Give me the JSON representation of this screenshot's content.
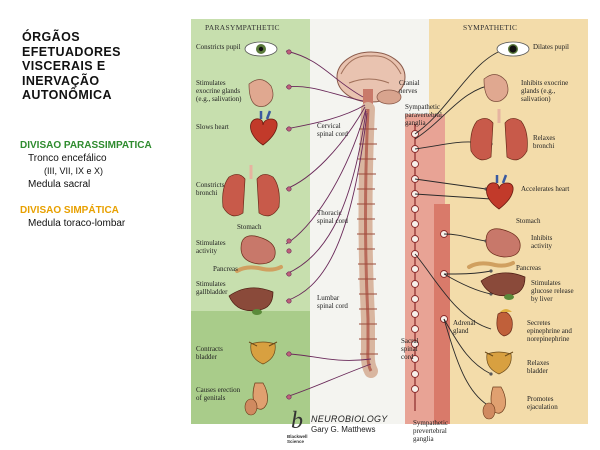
{
  "title_lines": [
    "ÓRGÃOS",
    "EFETUADORES",
    "VISCERAIS E",
    "INERVAÇÃO",
    "AUTONÔMICA"
  ],
  "parasympathetic_division": {
    "heading": "DIVISAO PARASSIMPATICA",
    "color": "#2e8b2e",
    "item1": "Tronco encefálico",
    "item1_sub": "(III, VII, IX e X)",
    "item2": "Medula sacral"
  },
  "sympathetic_division": {
    "heading": "DIVISAO SIMPÁTICA",
    "color": "#e8a000",
    "item1": "Medula toraco-lombar"
  },
  "figure": {
    "para_header": "PARASYMPATHETIC",
    "symp_header": "SYMPATHETIC",
    "cord_labels": {
      "cranial": "Cranial nerves",
      "cervical": "Cervical spinal cord",
      "thoracic": "Thoracic spinal cord",
      "lumbar": "Lumbar spinal cord",
      "sacral": "Sacral spinal cord",
      "paravertebral": "Sympathetic paravertebral ganglia",
      "prevertebral": "Sympathetic prevertebral ganglia"
    },
    "para_effects": {
      "pupil": "Constricts pupil",
      "salivation": "Stimulates exocrine glands (e.g., salivation)",
      "heart": "Slows heart",
      "bronchi": "Constricts bronchi",
      "stomach": "Stomach",
      "activity": "Stimulates activity",
      "pancreas": "Pancreas",
      "gallbladder": "Stimulates gallbladder",
      "bladder": "Contracts bladder",
      "genitals": "Causes erection of genitals"
    },
    "symp_effects": {
      "pupil": "Dilates pupil",
      "salivation": "Inhibits exocrine glands (e.g., salivation)",
      "bronchi": "Relaxes bronchi",
      "heart": "Accelerates heart",
      "stomach": "Stomach",
      "inhibits": "Inhibits activity",
      "pancreas": "Pancreas",
      "glucose": "Stimulates glucose release by liver",
      "adrenal": "Adrenal gland",
      "epinephrine": "Secretes epinephrine and norepinephrine",
      "bladder": "Relaxes bladder",
      "ejaculation": "Promotes ejaculation"
    },
    "credit": {
      "logo_letter": "b",
      "publisher": "Blackwell Science",
      "book": "NEUROBIOLOGY",
      "author": "Gary G. Matthews"
    }
  }
}
